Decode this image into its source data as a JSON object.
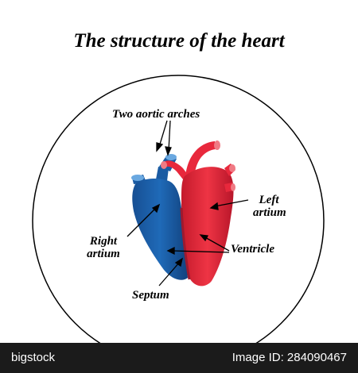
{
  "diagram": {
    "title": "The structure of the heart",
    "labels": {
      "aortic_arches": "Two aortic arches",
      "left_atrium_line1": "Left",
      "left_atrium_line2": "artium",
      "right_atrium_line1": "Right",
      "right_atrium_line2": "artium",
      "ventricle": "Ventricle",
      "septum": "Septum"
    },
    "colors": {
      "arterial": "#e8283c",
      "venous": "#1a5ba3",
      "circle_outline": "#000000"
    }
  },
  "footer": {
    "brand": "bigstock",
    "image_id": "Image ID: 284090467"
  }
}
